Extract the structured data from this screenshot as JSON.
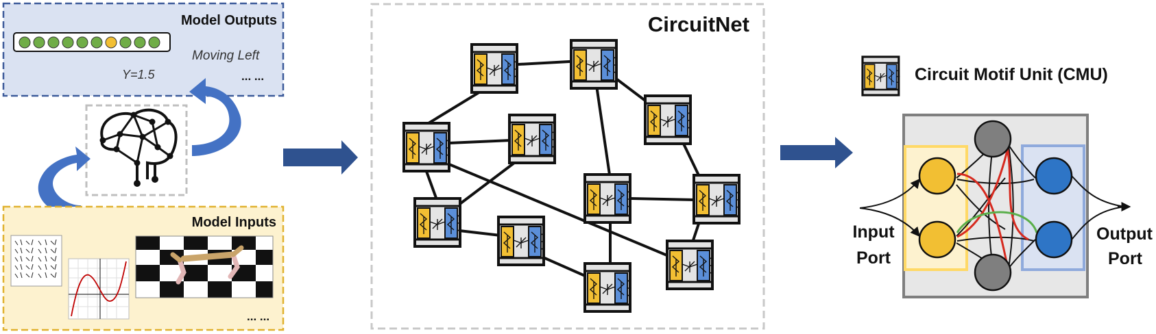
{
  "outputs_panel": {
    "title": "Model Outputs",
    "action_text": "Moving Left",
    "value_text": "Y=1.5",
    "ellipsis": "... ..."
  },
  "inputs_panel": {
    "title": "Model Inputs",
    "ellipsis": "... ..."
  },
  "circuitnet_panel": {
    "title": "CircuitNet"
  },
  "legend": {
    "cmu_label": "Circuit Motif Unit (CMU)"
  },
  "cmu_detail": {
    "input_port_line1": "Input",
    "input_port_line2": "Port",
    "output_port_line1": "Output",
    "output_port_line2": "Port"
  },
  "colors": {
    "yellow": "#F2BF33",
    "blue": "#2E75C6",
    "gray_node": "#7F7F7F",
    "outputs_bg": "#DAE2F2",
    "inputs_bg": "#FDF2CF",
    "arrow": "#2F528F",
    "red_edge": "#D62A1F",
    "green_edge": "#5BAF4B"
  }
}
